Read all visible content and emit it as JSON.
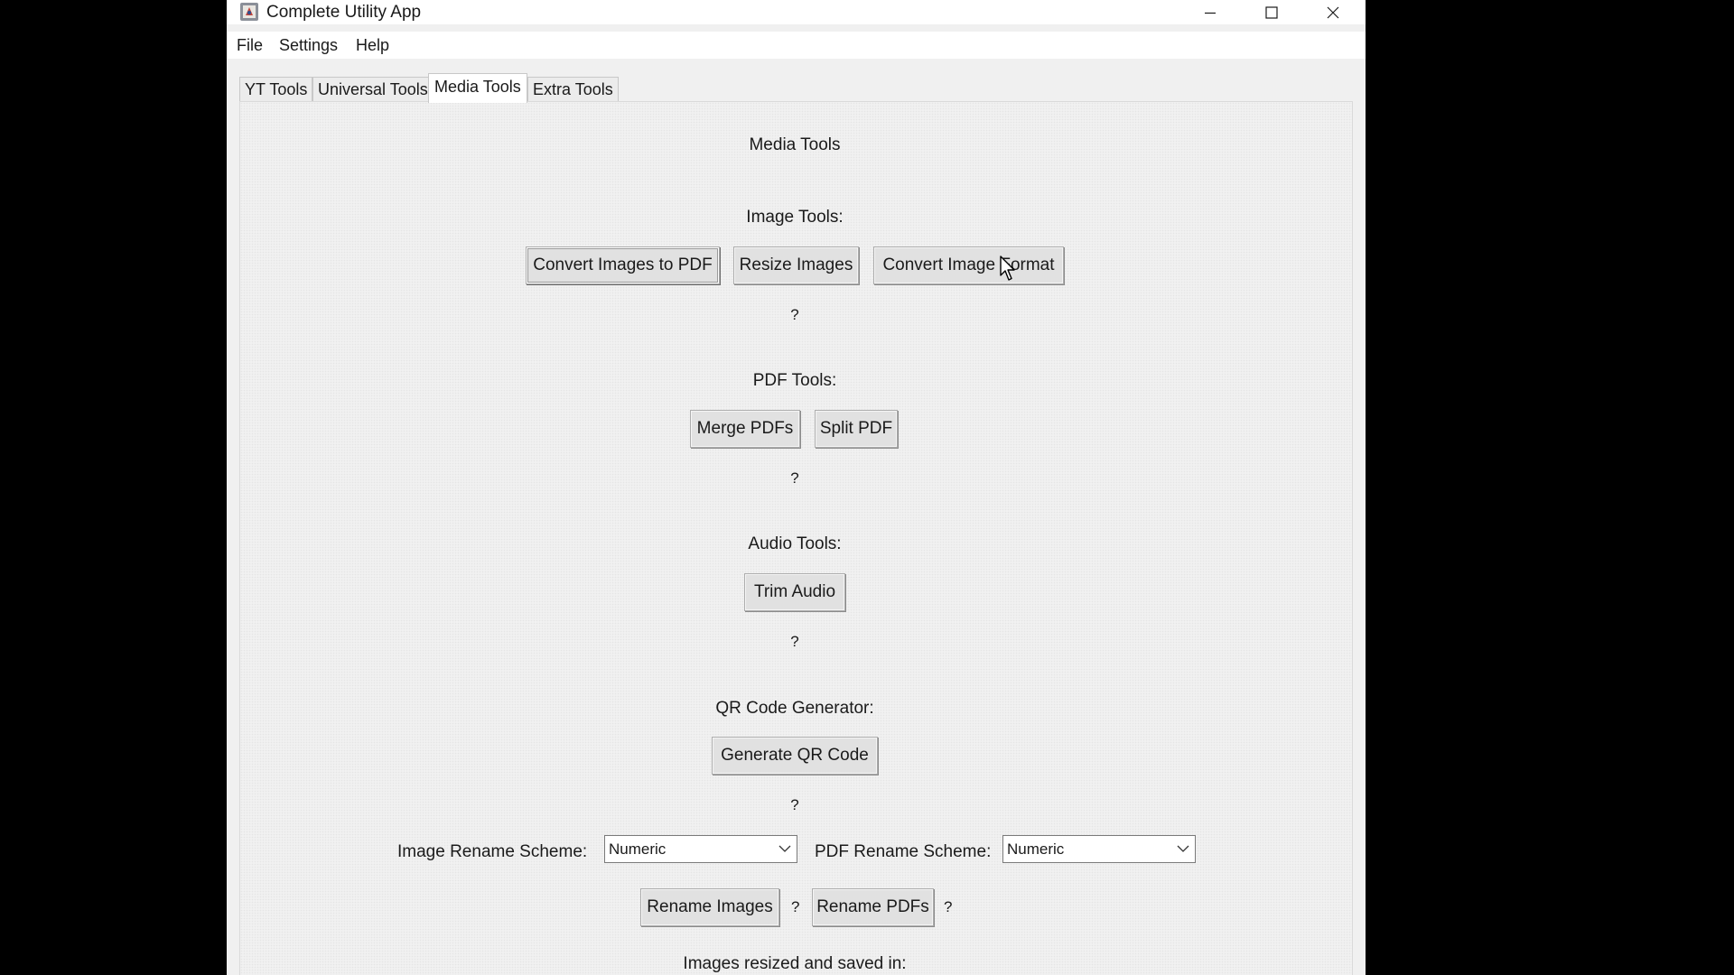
{
  "window": {
    "title": "Complete Utility App",
    "controls": [
      "minimize-icon",
      "maximize-icon",
      "close-icon"
    ]
  },
  "menu": {
    "file": "File",
    "settings": "Settings",
    "help": "Help"
  },
  "tabs": [
    {
      "label": "YT Tools",
      "active": false
    },
    {
      "label": "Universal Tools",
      "active": false
    },
    {
      "label": "Media Tools",
      "active": true
    },
    {
      "label": "Extra Tools",
      "active": false
    }
  ],
  "media": {
    "heading": "Media Tools",
    "image_tools": {
      "label": "Image Tools:",
      "buttons": [
        "Convert Images to PDF",
        "Resize Images",
        "Convert Image Format"
      ],
      "help": "?"
    },
    "pdf_tools": {
      "label": "PDF Tools:",
      "buttons": [
        "Merge PDFs",
        "Split PDF"
      ],
      "help": "?"
    },
    "audio_tools": {
      "label": "Audio Tools:",
      "buttons": [
        "Trim Audio"
      ],
      "help": "?"
    },
    "qr": {
      "label": "QR Code Generator:",
      "button": "Generate QR Code",
      "help": "?"
    },
    "rename": {
      "image_label": "Image Rename Scheme:",
      "image_value": "Numeric",
      "pdf_label": "PDF Rename Scheme:",
      "pdf_value": "Numeric",
      "rename_images": "Rename Images",
      "rename_images_help": "?",
      "rename_pdfs": "Rename PDFs",
      "rename_pdfs_help": "?"
    },
    "status": "Images resized and saved in:"
  }
}
